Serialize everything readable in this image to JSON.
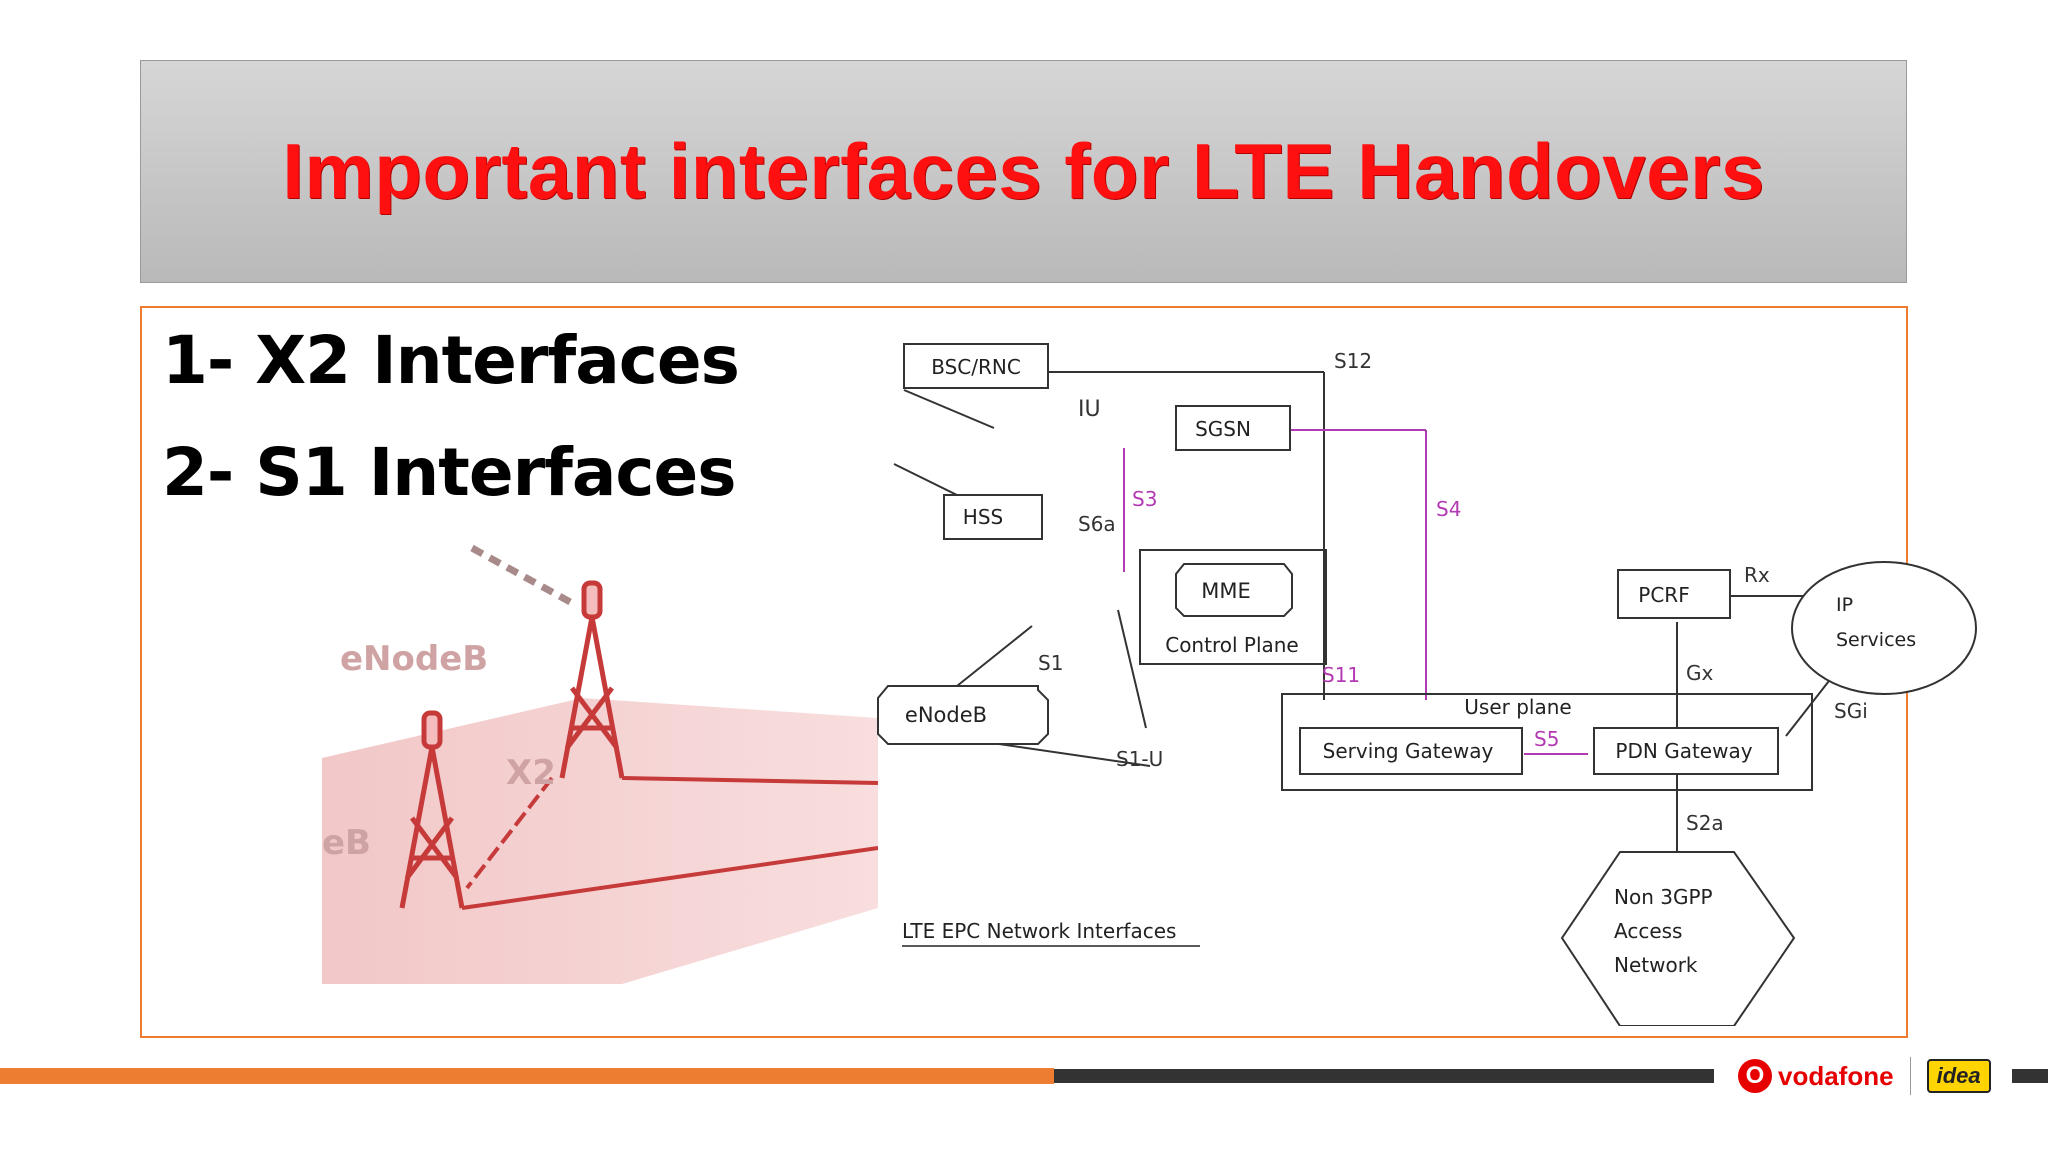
{
  "title": "Important interfaces for LTE Handovers",
  "bullets": [
    "1- X2 Interfaces",
    "2- S1 Interfaces"
  ],
  "towers": {
    "label_a": "eNodeB",
    "label_b": "eB",
    "link": "X2"
  },
  "diagram": {
    "caption": "LTE EPC Network Interfaces",
    "nodes": {
      "bsc": "BSC/RNC",
      "sgsn": "SGSN",
      "hss": "HSS",
      "mme": "MME",
      "control_plane": "Control Plane",
      "enodeb": "eNodeB",
      "pcrf": "PCRF",
      "ip_line1": "IP",
      "ip_line2": "Services",
      "user_plane": "User plane",
      "sgw": "Serving Gateway",
      "pgw": "PDN Gateway",
      "non3gpp_line1": "Non 3GPP",
      "non3gpp_line2": "Access",
      "non3gpp_line3": "Network"
    },
    "links": {
      "s12": "S12",
      "iu": "IU",
      "s3": "S3",
      "s4": "S4",
      "s6a": "S6a",
      "s1": "S1",
      "s11": "S11",
      "s1u": "S1-U",
      "s5": "S5",
      "rx": "Rx",
      "gx": "Gx",
      "sgi": "SGi",
      "s2a": "S2a"
    },
    "colors": {
      "gtp_links": "#b23ab2"
    }
  },
  "footer": {
    "brand_mark": "O",
    "brand": "vodafone",
    "partner": "idea"
  }
}
